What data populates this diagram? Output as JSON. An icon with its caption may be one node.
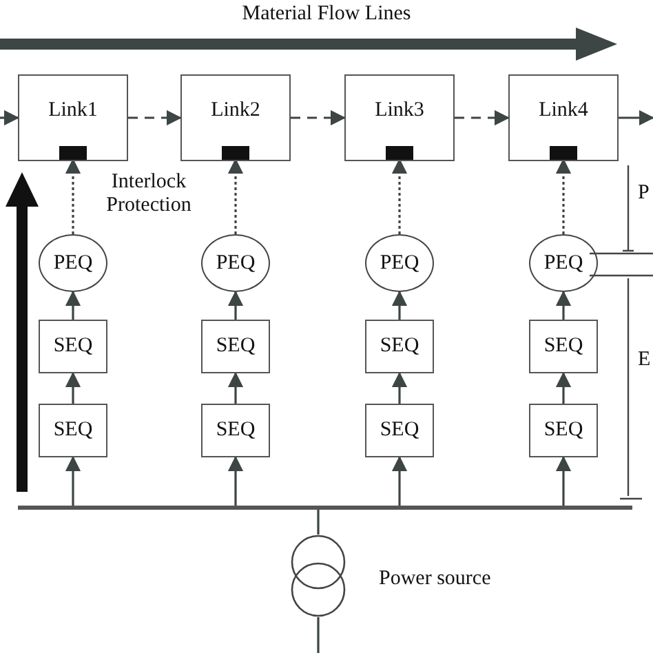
{
  "diagram": {
    "nodes": [
      {
        "text": [
          "Link1"
        ]
      },
      {
        "text": [
          "Link2"
        ]
      },
      {
        "text": [
          "Link3"
        ]
      },
      {
        "text": [
          "Link4"
        ]
      },
      {
        "text": [],
        "shape": "box",
        "in": 0
      },
      {
        "text": [],
        "shape": "box",
        "in": 1
      },
      {
        "text": [],
        "shape": "box",
        "in": 2
      },
      {
        "text": [],
        "shape": "box",
        "in": 3
      },
      {
        "text": [
          "PEQ"
        ]
      },
      {
        "text": [
          "PEQ"
        ]
      },
      {
        "text": [
          "PEQ"
        ]
      },
      {
        "text": [
          "PEQ"
        ]
      },
      {
        "text": [
          "SEQ"
        ]
      },
      {
        "text": [
          "SEQ"
        ]
      },
      {
        "text": [
          "SEQ"
        ]
      },
      {
        "text": [
          "SEQ"
        ]
      },
      {
        "text": [
          "SEQ"
        ]
      },
      {
        "text": [
          "SEQ"
        ]
      },
      {
        "text": [
          "SEQ"
        ]
      },
      {
        "text": [
          "SEQ"
        ]
      },
      {
        "text": [],
        "shape": "bar"
      },
      {
        "text": [],
        "shape": "circle",
        "beside": [
          "Power source"
        ]
      }
    ],
    "edges": [
      {
        "from": null,
        "to": 0,
        "arrow": "to"
      },
      {
        "from": 0,
        "to": 1,
        "arrow": "to",
        "style": "dashed"
      },
      {
        "from": 1,
        "to": 2,
        "arrow": "to",
        "style": "dashed"
      },
      {
        "from": 2,
        "to": 3,
        "arrow": "to",
        "style": "dashed"
      },
      {
        "from": 3,
        "to": null,
        "arrow": "to"
      },
      {
        "from": 8,
        "to": 4,
        "arrow": "to",
        "style": "dashed"
      },
      {
        "from": 9,
        "to": 5,
        "arrow": "to",
        "style": "dashed"
      },
      {
        "from": 10,
        "to": 6,
        "arrow": "to",
        "style": "dashed"
      },
      {
        "from": 11,
        "to": 7,
        "arrow": "to",
        "style": "dashed"
      },
      {
        "from": 12,
        "to": 8,
        "arrow": "to"
      },
      {
        "from": 13,
        "to": 9,
        "arrow": "to"
      },
      {
        "from": 14,
        "to": 10,
        "arrow": "to"
      },
      {
        "from": 15,
        "to": 11,
        "arrow": "to"
      },
      {
        "from": 16,
        "to": 12,
        "arrow": "to"
      },
      {
        "from": 17,
        "to": 13,
        "arrow": "to"
      },
      {
        "from": 18,
        "to": 14,
        "arrow": "to"
      },
      {
        "from": 19,
        "to": 15,
        "arrow": "to"
      },
      {
        "from": 20,
        "to": 16,
        "arrow": "to"
      },
      {
        "from": 20,
        "to": 17,
        "arrow": "to"
      },
      {
        "from": 20,
        "to": 18,
        "arrow": "to"
      },
      {
        "from": 20,
        "to": 19,
        "arrow": "to"
      },
      {
        "from": 21,
        "to": 20,
        "arrow": "none"
      },
      {
        "from": 21,
        "to": null,
        "arrow": "none"
      }
    ],
    "labels": [
      "Material Flow Lines",
      "Interlock Protection",
      "P",
      "E"
    ]
  }
}
